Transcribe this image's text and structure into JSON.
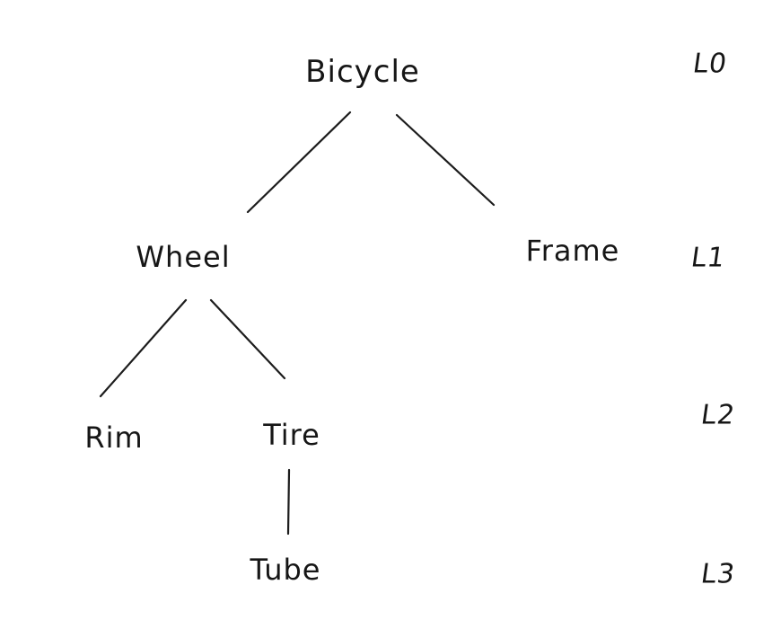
{
  "diagram": {
    "type": "tree",
    "style": "hand-drawn",
    "background_color": "#ffffff",
    "ink_color": "#1c1c1c",
    "nodes": [
      {
        "id": "bicycle",
        "label": "Bicycle",
        "level": 0
      },
      {
        "id": "wheel",
        "label": "Wheel",
        "level": 1
      },
      {
        "id": "frame",
        "label": "Frame",
        "level": 1
      },
      {
        "id": "rim",
        "label": "Rim",
        "level": 2
      },
      {
        "id": "tire",
        "label": "Tire",
        "level": 2
      },
      {
        "id": "tube",
        "label": "Tube",
        "level": 3
      }
    ],
    "edges": [
      {
        "from": "Bicycle",
        "to": "Wheel"
      },
      {
        "from": "Bicycle",
        "to": "Frame"
      },
      {
        "from": "Wheel",
        "to": "Rim"
      },
      {
        "from": "Wheel",
        "to": "Tire"
      },
      {
        "from": "Tire",
        "to": "Tube"
      }
    ],
    "level_labels": [
      {
        "label": "L0"
      },
      {
        "label": "L1"
      },
      {
        "label": "L2"
      },
      {
        "label": "L3"
      }
    ]
  }
}
